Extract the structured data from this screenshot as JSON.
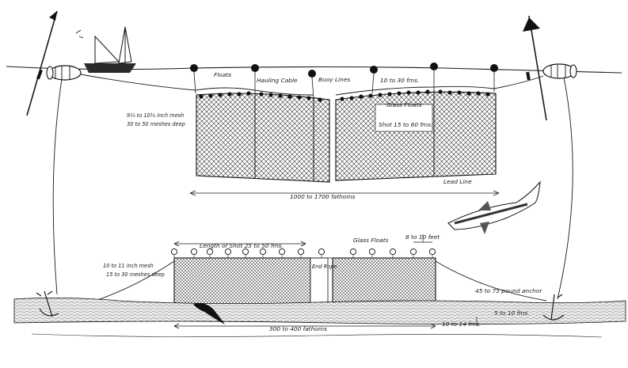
{
  "labels": {
    "floats": "Floats",
    "hauling_cable": "Hauling Cable",
    "buoy_lines": "Buoy Lines",
    "buoy_line_length": "10 to 30 fms.",
    "glass_floats_top": "Glass Floats",
    "top_mesh_line1": "9½ to 10½ inch mesh",
    "top_mesh_line2": "30 to 50 meshes deep",
    "top_shot_length": "Shot 15 to 60 fms.",
    "lead_line": "Lead Line",
    "top_net_length": "1000 to 1700 fathoms",
    "length_of_shot": "Length of Shot 25 to 50 fms.",
    "glass_floats_bottom": "Glass Floats",
    "float_spacing": "8 to 10 feet",
    "bottom_mesh_line1": "10 to 11 inch mesh",
    "bottom_mesh_line2": "15 to 30 meshes deep",
    "end_rope": "End Rope",
    "anchor": "45 to 75 pound anchor",
    "anchor_line": "5 to 10 fms.",
    "bottom_net_length": "300 to 400 fathoms",
    "depth": "10 to 14 fms."
  },
  "icons": {
    "flag_buoy": "flag-buoy-icon",
    "boat": "fishing-boat-icon",
    "keg_buoy": "keg-buoy-icon",
    "shark": "shark-icon",
    "anchor": "anchor-icon"
  }
}
